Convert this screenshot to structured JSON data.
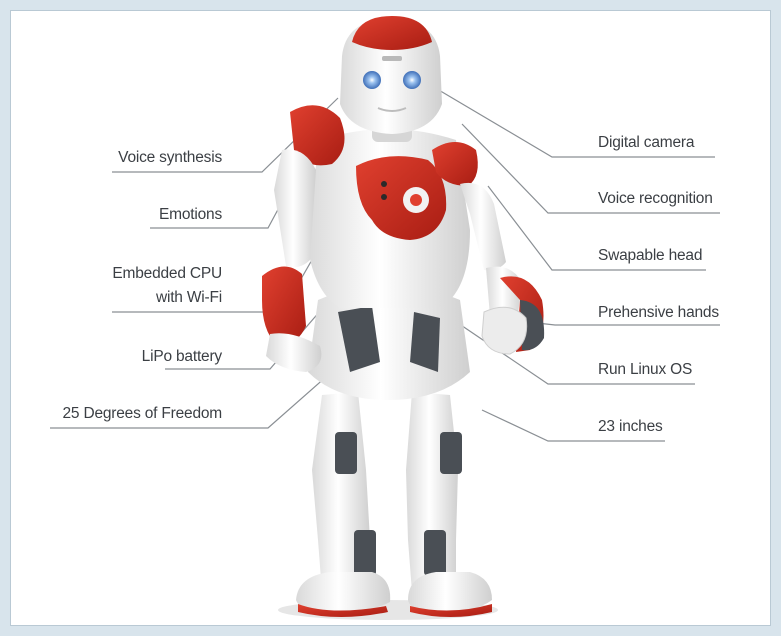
{
  "callouts": {
    "left": [
      "Voice synthesis",
      "Emotions",
      "Embedded CPU",
      "with Wi-Fi",
      "LiPo battery",
      "25 Degrees of Freedom"
    ],
    "right": [
      "Digital camera",
      "Voice recognition",
      "Swapable head",
      "Prehensive hands",
      "Run Linux OS",
      "23 inches"
    ]
  },
  "colors": {
    "robot_red": "#c4281c",
    "robot_white": "#f4f4f4",
    "robot_gray": "#4a4f55",
    "eye_blue": "#5b8fd6",
    "line": "#8a8f94",
    "text": "#3b3f44"
  }
}
